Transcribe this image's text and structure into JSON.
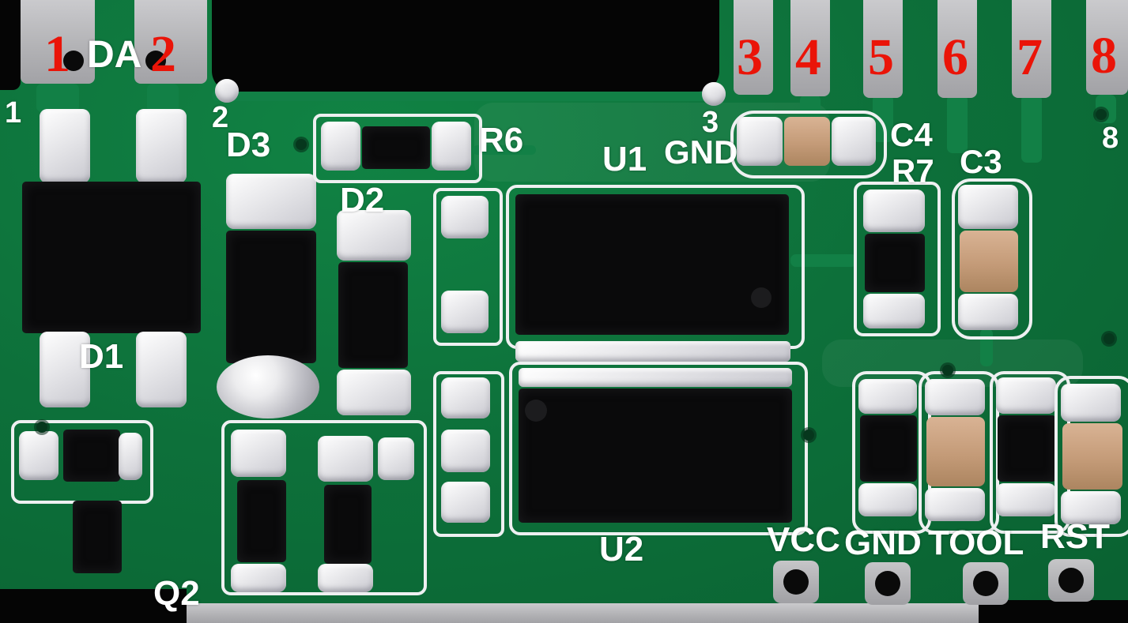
{
  "board": {
    "description": "Green PCB module photo with annotated pin numbers and component designators",
    "colors": {
      "soldermask_green": "#0c6b37",
      "trace_green": "#128046",
      "edge_pad_gray": "#b3b3b6",
      "solder_silver": "#e7e7ea",
      "component_black": "#0a0a0b",
      "capacitor_tan": "#c49b78",
      "annotation_red": "#ea1408",
      "annotation_white": "#ffffff"
    }
  },
  "edge_pins": {
    "red_numbers": {
      "p1": "1",
      "p2": "2",
      "p3": "3",
      "p4": "4",
      "p5": "5",
      "p6": "6",
      "p7": "7",
      "p8": "8"
    },
    "white_numbers": {
      "n1": "1",
      "n2": "2",
      "n3": "3",
      "n8": "8"
    }
  },
  "labels": {
    "da": "DA",
    "d1": "D1",
    "d2": "D2",
    "d3": "D3",
    "q2": "Q2",
    "r6": "R6",
    "r7": "R7",
    "c3": "C3",
    "c4": "C4",
    "u1": "U1",
    "u1_gnd": "GND",
    "u2": "U2"
  },
  "programming_header": {
    "vcc": "VCC",
    "gnd": "GND",
    "tool": "TOOL",
    "rst": "RST"
  }
}
